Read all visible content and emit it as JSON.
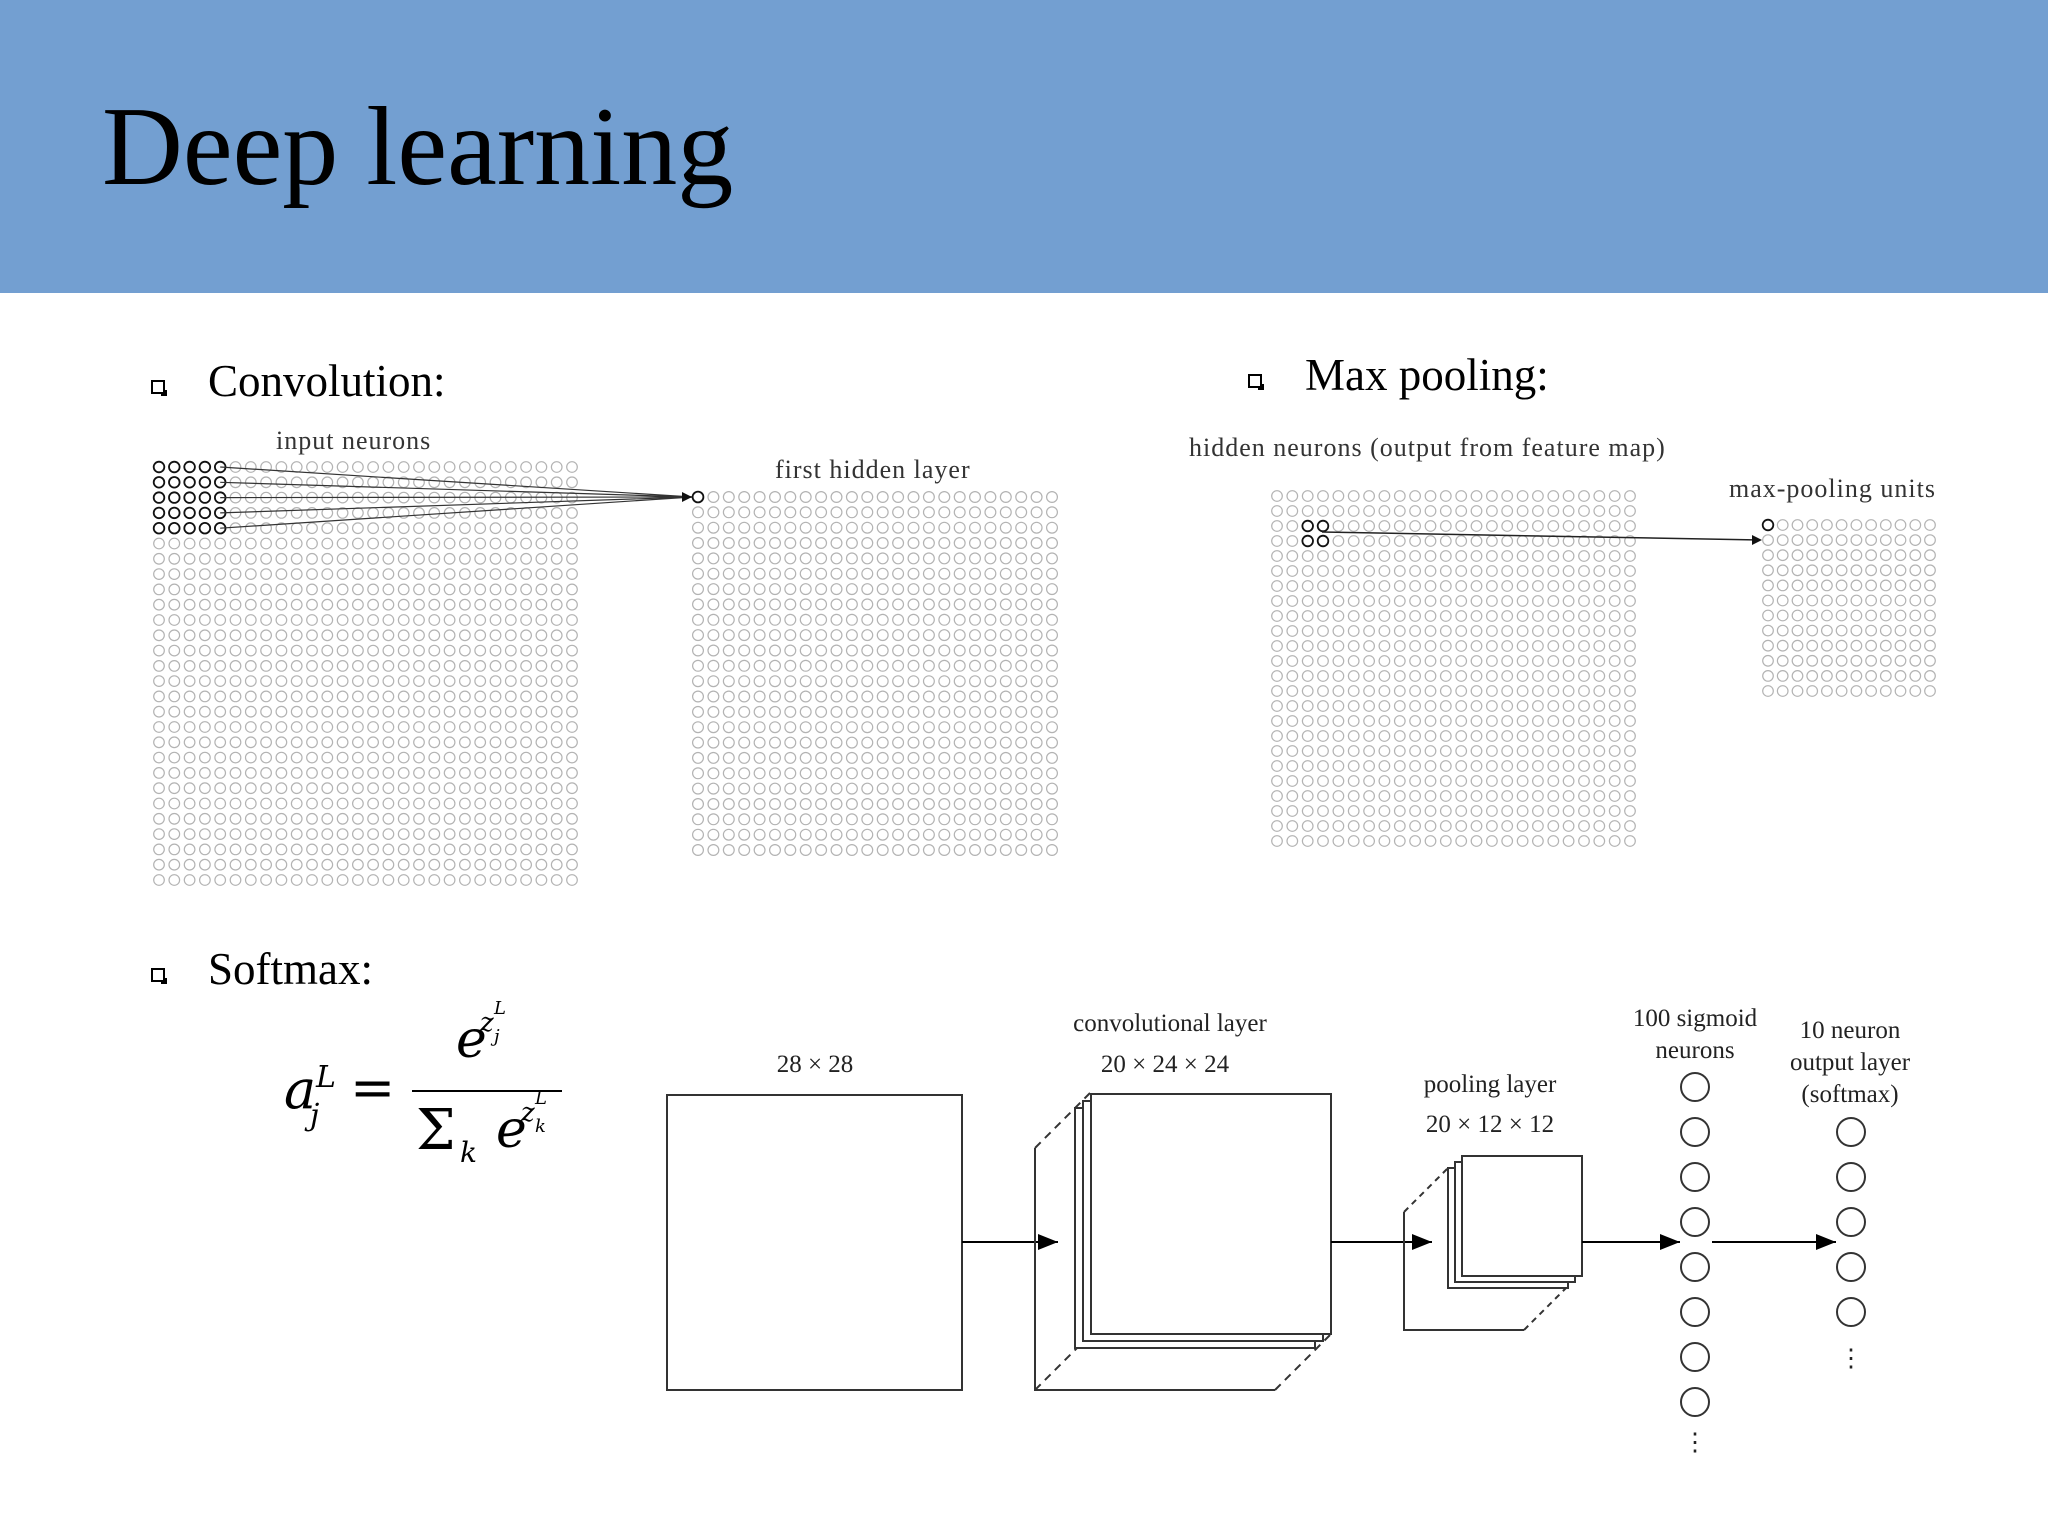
{
  "slide": {
    "title": "Deep learning",
    "header_color": "#739fd1"
  },
  "convolution": {
    "heading": "Convolution:",
    "input_label": "input neurons",
    "hidden_label": "first hidden layer"
  },
  "max_pooling": {
    "heading": "Max pooling:",
    "hidden_label": "hidden neurons (output from feature map)",
    "pool_label": "max-pooling units"
  },
  "softmax": {
    "heading": "Softmax:",
    "formula": {
      "lhs_base": "a",
      "lhs_sup": "L",
      "lhs_sub": "j",
      "equals": "=",
      "num_base": "e",
      "num_exp_base": "z",
      "num_exp_sup": "L",
      "num_exp_sub": "j",
      "den_sum": "Σ",
      "den_sum_sub": "k",
      "den_base": "e",
      "den_exp_base": "z",
      "den_exp_sup": "L",
      "den_exp_sub": "k"
    }
  },
  "cnn": {
    "input_size": "28 × 28",
    "conv_title": "convolutional layer",
    "conv_size": "20 × 24 × 24",
    "pool_title": "pooling layer",
    "pool_size": "20 × 12 × 12",
    "sigmoid_title_1": "100 sigmoid",
    "sigmoid_title_2": "neurons",
    "output_title_1": "10 neuron",
    "output_title_2": "output layer",
    "output_title_3": "(softmax)",
    "ellipsis": "⋮"
  }
}
